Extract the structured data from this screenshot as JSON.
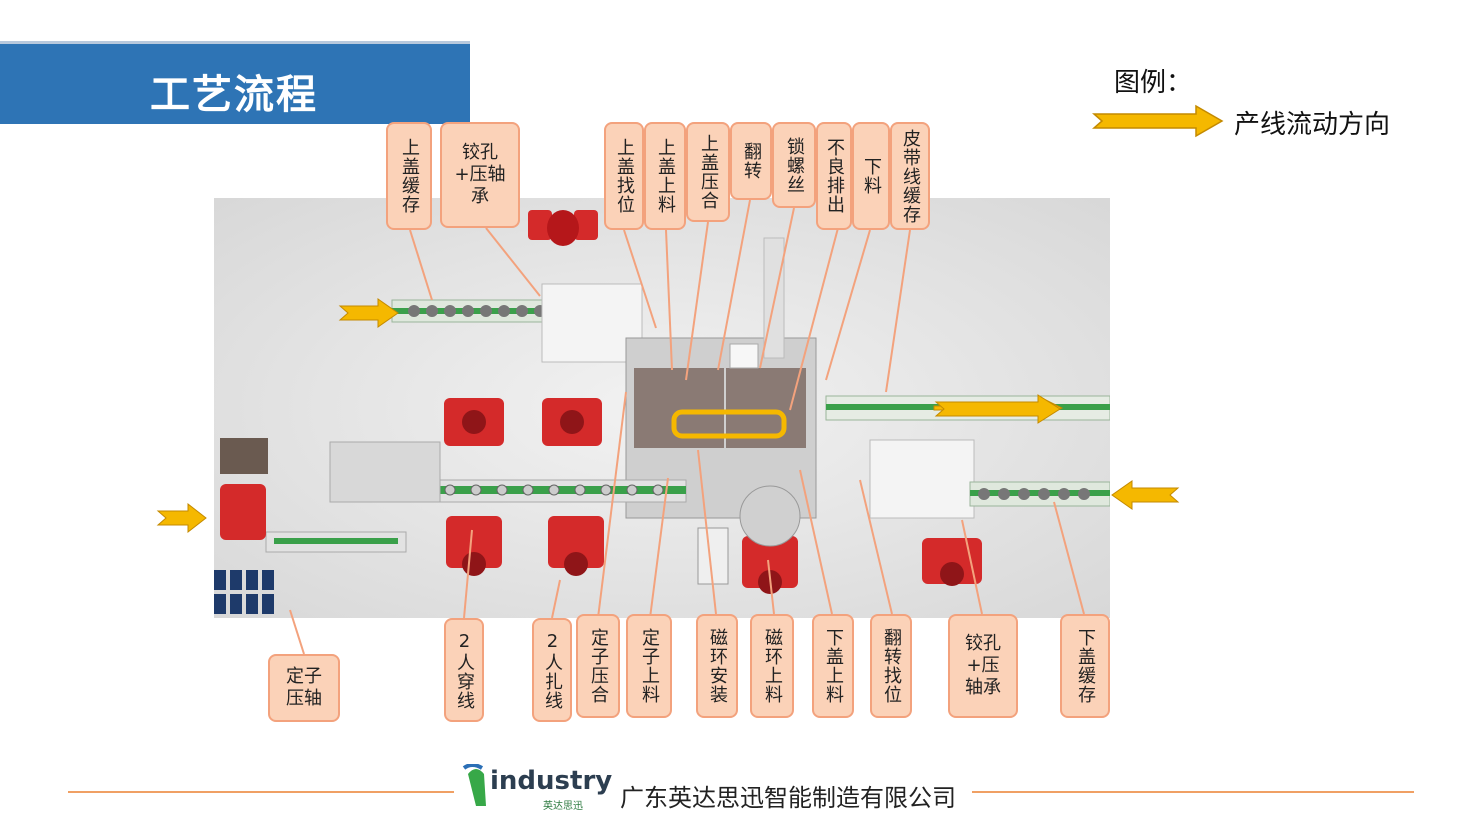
{
  "title": "工艺流程",
  "legend": {
    "title": "图例：",
    "arrow_label": "产线流动方向",
    "arrow_color": "#f5b800"
  },
  "stations_top": [
    {
      "id": "upper-cover-buffer",
      "label": "上盖缓存"
    },
    {
      "id": "ream-press-bearing-top",
      "label": "铰孔+压轴承"
    },
    {
      "id": "upper-cover-locate",
      "label": "上盖找位"
    },
    {
      "id": "upper-cover-load",
      "label": "上盖上料"
    },
    {
      "id": "upper-cover-press",
      "label": "上盖压合"
    },
    {
      "id": "flip",
      "label": "翻转"
    },
    {
      "id": "lock-screw",
      "label": "锁螺丝"
    },
    {
      "id": "reject-out",
      "label": "不良排出"
    },
    {
      "id": "unload",
      "label": "下料"
    },
    {
      "id": "belt-buffer",
      "label": "皮带线缓存"
    }
  ],
  "stations_bottom": [
    {
      "id": "stator-press-shaft",
      "label": "定子压轴"
    },
    {
      "id": "two-person-thread",
      "label": "2人穿线"
    },
    {
      "id": "two-person-tie",
      "label": "2人扎线"
    },
    {
      "id": "stator-press",
      "label": "定子压合"
    },
    {
      "id": "stator-load",
      "label": "定子上料"
    },
    {
      "id": "magnet-ring-install",
      "label": "磁环安装"
    },
    {
      "id": "magnet-ring-load",
      "label": "磁环上料"
    },
    {
      "id": "lower-cover-load",
      "label": "下盖上料"
    },
    {
      "id": "flip-locate",
      "label": "翻转找位"
    },
    {
      "id": "ream-press-bearing-bottom",
      "label": "铰孔+压轴承"
    },
    {
      "id": "lower-cover-buffer",
      "label": "下盖缓存"
    }
  ],
  "footer": {
    "logo_word": "industry",
    "logo_sub": "英达思迅",
    "company": "广东英达思迅智能制造有限公司"
  },
  "colors": {
    "title_bar": "#2e74b5",
    "callout_fill": "#fbd2b8",
    "callout_border": "#f3a27d",
    "footer_line": "#f0a064",
    "robot": "#d42a2a",
    "conveyor": "#3aa04a"
  }
}
